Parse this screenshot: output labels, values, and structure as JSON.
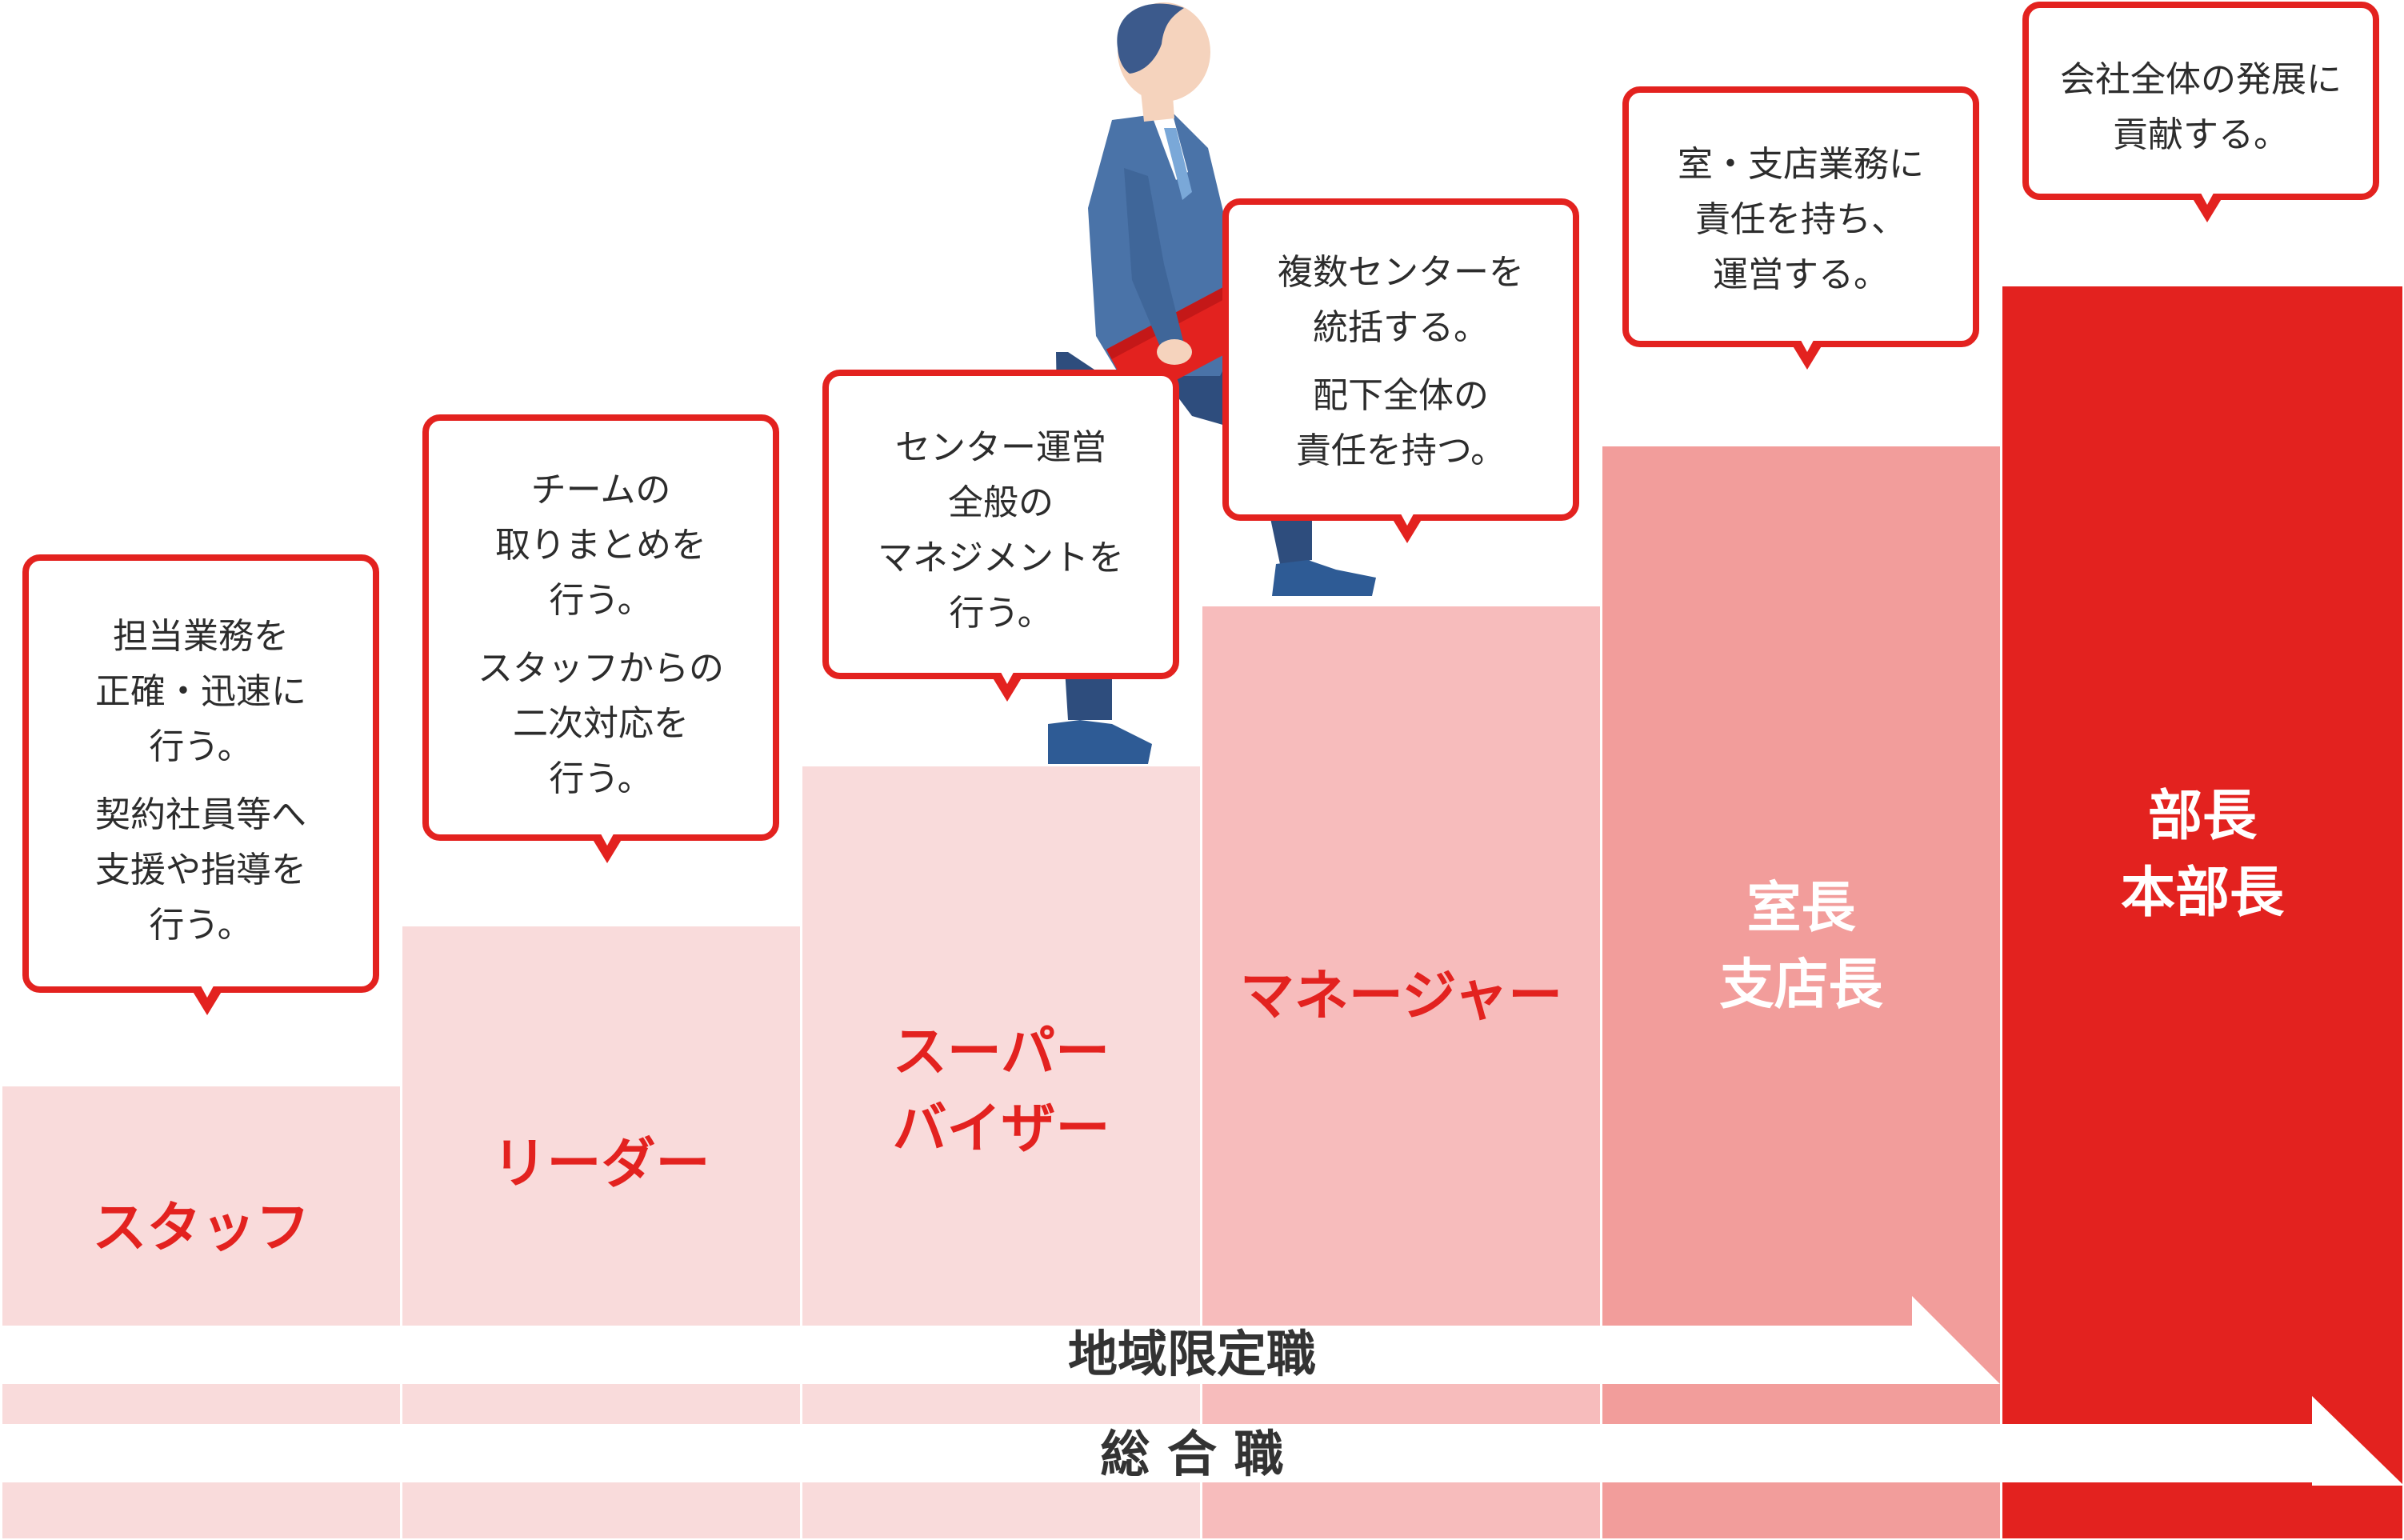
{
  "colors": {
    "red": "#e3221f",
    "step1": "#f9dbdb",
    "step2": "#f9dbdb",
    "step3": "#f9dbdb",
    "step4": "#f7bcbc",
    "step5": "#f29d9b",
    "step6": "#e3221f"
  },
  "steps": [
    {
      "title": "スタッフ",
      "description": [
        "担当業務を\n正確・迅速に\n行う。",
        "契約社員等へ\n支援や指導を\n行う。"
      ]
    },
    {
      "title": "リーダー",
      "description": [
        "チームの\n取りまとめを\n行う。",
        "スタッフからの\n二次対応を\n行う。"
      ]
    },
    {
      "title": "スーパー\nバイザー",
      "description": [
        "センター運営\n全般の\nマネジメントを\n行う。"
      ]
    },
    {
      "title": "マネージャー",
      "description": [
        "複数センターを\n統括する。",
        "配下全体の\n責任を持つ。"
      ]
    },
    {
      "title": "室長\n支店長",
      "description": [
        "室・支店業務に\n責任を持ち、\n運営する。"
      ]
    },
    {
      "title": "部長\n本部長",
      "description": [
        "会社全体の発展に\n貢献する。"
      ]
    }
  ],
  "tracks": {
    "regional": "地域限定職",
    "general": "総 合 職"
  }
}
